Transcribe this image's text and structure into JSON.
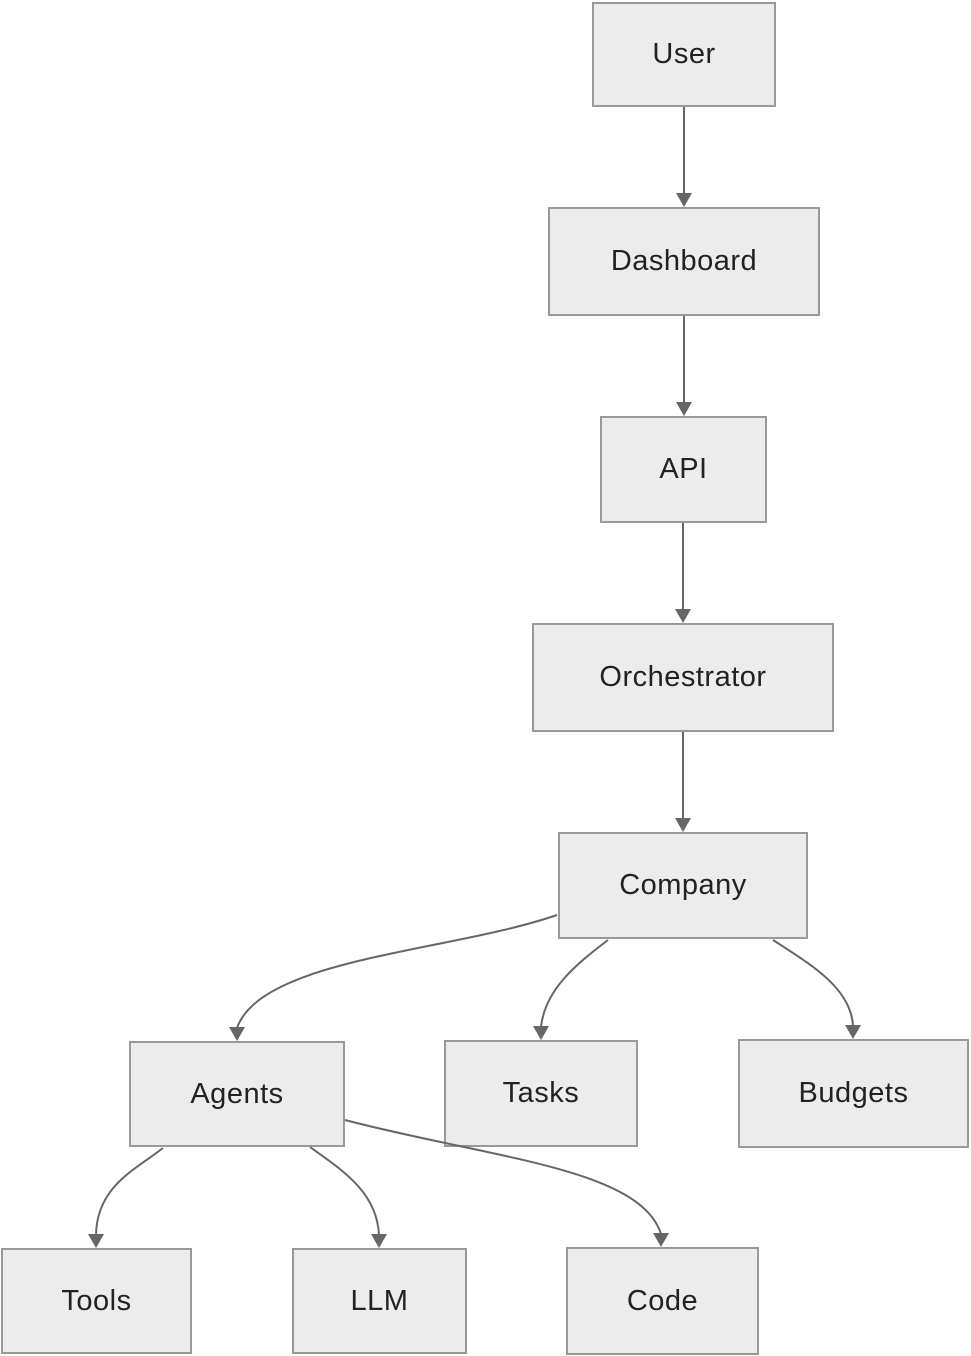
{
  "diagram": {
    "type": "flowchart",
    "direction": "top-down",
    "colors": {
      "background": "#ffffff",
      "node_fill": "#ececec",
      "node_border": "#999999",
      "edge_stroke": "#666666",
      "arrowhead_fill": "#666666",
      "text": "#222222"
    },
    "nodes": [
      {
        "id": "user",
        "label": "User"
      },
      {
        "id": "dashboard",
        "label": "Dashboard"
      },
      {
        "id": "api",
        "label": "API"
      },
      {
        "id": "orchestrator",
        "label": "Orchestrator"
      },
      {
        "id": "company",
        "label": "Company"
      },
      {
        "id": "agents",
        "label": "Agents"
      },
      {
        "id": "tasks",
        "label": "Tasks"
      },
      {
        "id": "budgets",
        "label": "Budgets"
      },
      {
        "id": "tools",
        "label": "Tools"
      },
      {
        "id": "llm",
        "label": "LLM"
      },
      {
        "id": "code",
        "label": "Code"
      }
    ],
    "edges": [
      {
        "from": "User",
        "to": "Dashboard"
      },
      {
        "from": "Dashboard",
        "to": "API"
      },
      {
        "from": "API",
        "to": "Orchestrator"
      },
      {
        "from": "Orchestrator",
        "to": "Company"
      },
      {
        "from": "Company",
        "to": "Agents"
      },
      {
        "from": "Company",
        "to": "Tasks"
      },
      {
        "from": "Company",
        "to": "Budgets"
      },
      {
        "from": "Agents",
        "to": "Tools"
      },
      {
        "from": "Agents",
        "to": "LLM"
      },
      {
        "from": "Agents",
        "to": "Code"
      }
    ]
  }
}
